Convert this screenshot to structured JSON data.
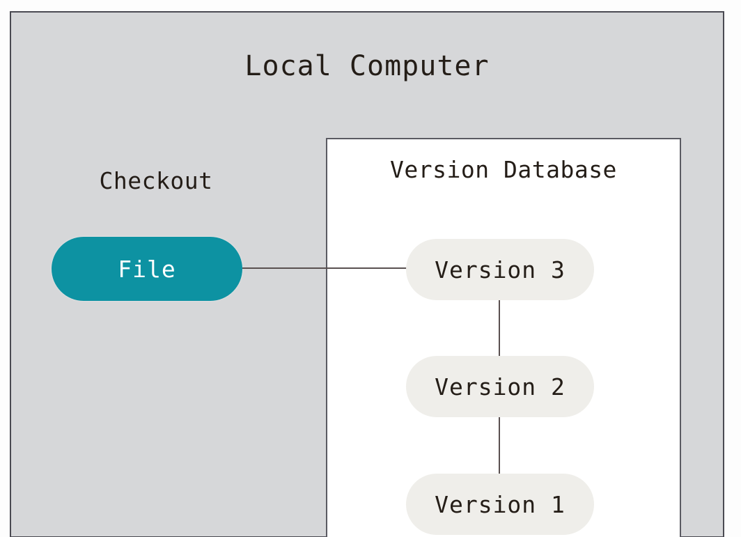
{
  "diagram": {
    "type": "local-version-control-architecture",
    "container": {
      "title": "Local Computer",
      "fill_color": "#d6d7d9",
      "border_color": "#4a4a52"
    },
    "checkout": {
      "label": "Checkout",
      "node": {
        "label": "File",
        "fill_color": "#0d92a2",
        "text_color": "#ffffff",
        "shape": "pill"
      }
    },
    "version_database": {
      "title": "Version Database",
      "fill_color": "#ffffff",
      "border_color": "#5a5a62",
      "versions": [
        {
          "label": "Version 3",
          "fill_color": "#efeeea"
        },
        {
          "label": "Version 2",
          "fill_color": "#efeeea"
        },
        {
          "label": "Version 1",
          "fill_color": "#efeeea"
        }
      ]
    },
    "connectors": {
      "line_color": "#595050",
      "edges": [
        {
          "from": "File",
          "to": "Version 3",
          "orientation": "horizontal"
        },
        {
          "from": "Version 3",
          "to": "Version 2",
          "orientation": "vertical"
        },
        {
          "from": "Version 2",
          "to": "Version 1",
          "orientation": "vertical"
        }
      ]
    }
  }
}
